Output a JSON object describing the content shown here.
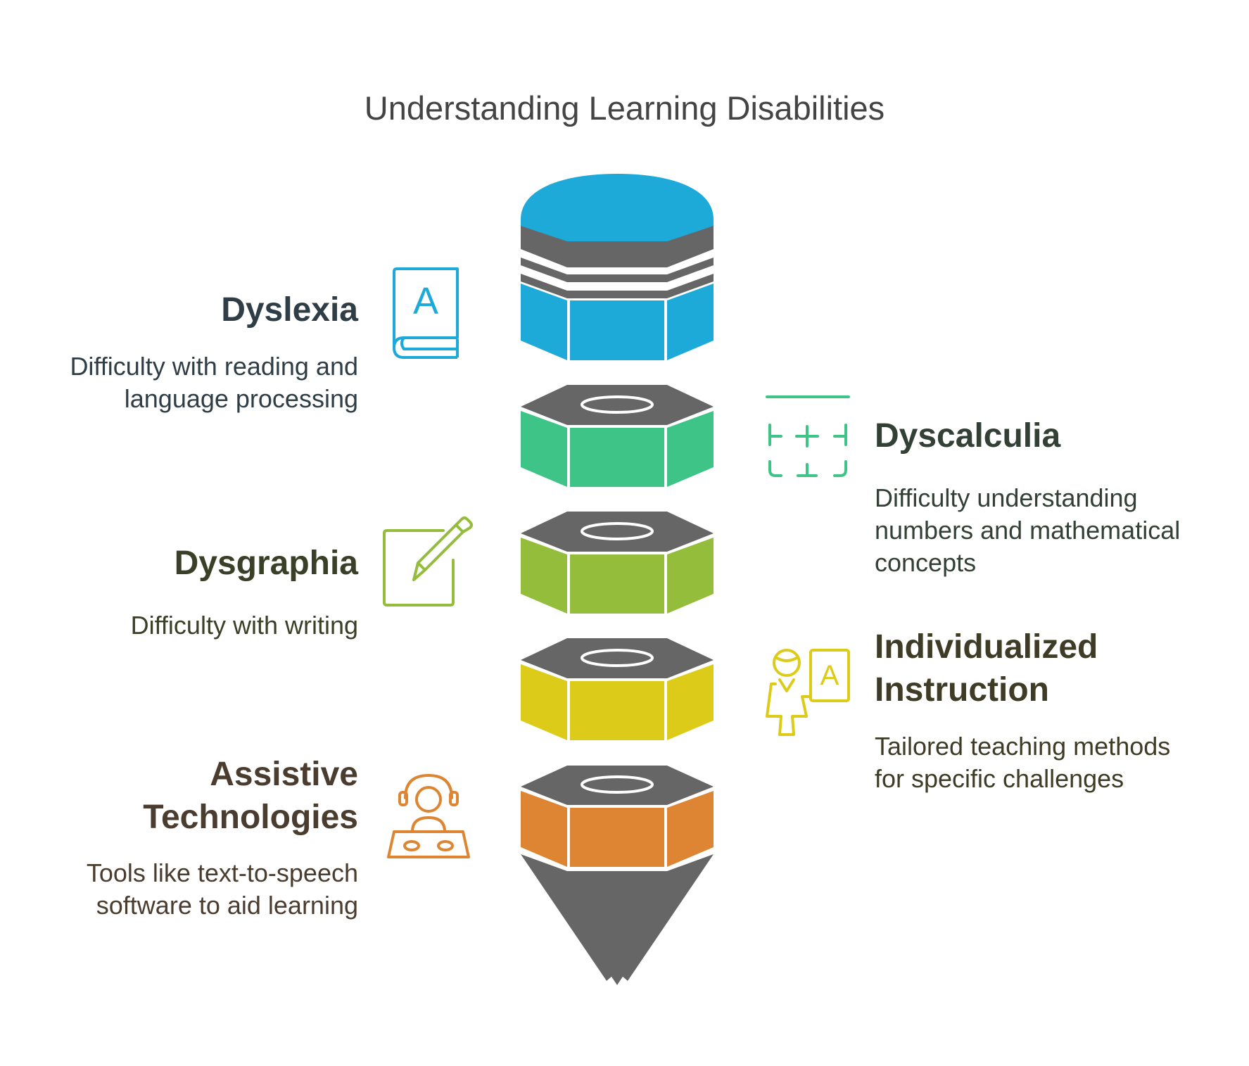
{
  "title": "Understanding Learning Disabilities",
  "colors": {
    "blue": "#1EAAD9",
    "green": "#3DC486",
    "lime": "#93BD3B",
    "yellow": "#DCCC19",
    "orange": "#DD8533",
    "gray": "#666666",
    "dyslexia_text": "#2F3E46",
    "dyscalculia_text": "#334036",
    "dysgraphia_text": "#3A4028",
    "instruction_text": "#3E3C26",
    "assistive_text": "#4A3C2E"
  },
  "items": {
    "dyslexia": {
      "heading": "Dyslexia",
      "desc_lines": [
        "Difficulty with reading and",
        "language processing"
      ],
      "icon": "book-icon",
      "icon_letter": "A"
    },
    "dyscalculia": {
      "heading": "Dyscalculia",
      "desc_lines": [
        "Difficulty understanding",
        "numbers and mathematical",
        "concepts"
      ],
      "icon": "calculator-icon"
    },
    "dysgraphia": {
      "heading": "Dysgraphia",
      "desc_lines": [
        "Difficulty with writing"
      ],
      "icon": "pencil-edit-icon"
    },
    "instruction": {
      "heading_lines": [
        "Individualized",
        "Instruction"
      ],
      "desc_lines": [
        "Tailored teaching methods",
        "for specific challenges"
      ],
      "icon": "teacher-board-icon",
      "icon_letter": "A"
    },
    "assistive": {
      "heading_lines": [
        "Assistive",
        "Technologies"
      ],
      "desc_lines": [
        "Tools like text-to-speech",
        "software to aid learning"
      ],
      "icon": "headset-user-icon"
    }
  }
}
